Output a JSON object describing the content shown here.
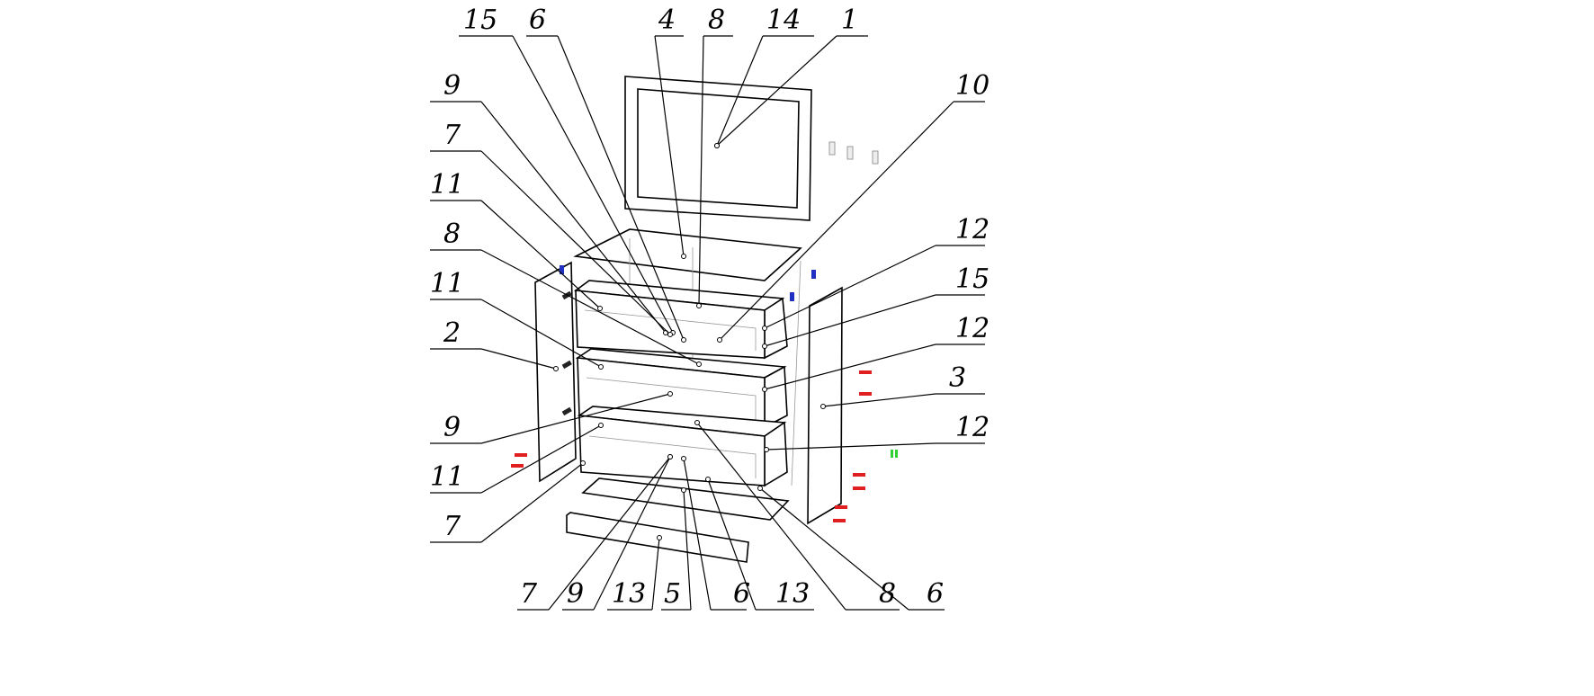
{
  "title": "Exploded assembly diagram of a chest of drawers with mirror",
  "callouts": {
    "top": [
      "15",
      "6",
      "4",
      "8",
      "14",
      "1",
      "10"
    ],
    "left": [
      "9",
      "7",
      "11",
      "8",
      "11",
      "2",
      "9",
      "11",
      "7"
    ],
    "right": [
      "12",
      "15",
      "12",
      "3",
      "12"
    ],
    "bottom": [
      "7",
      "9",
      "13",
      "5",
      "6",
      "13",
      "8",
      "6"
    ]
  },
  "colors": {
    "outline": "#000000",
    "hardware_red": "#e02020",
    "hardware_blue": "#2030c0",
    "hardware_green": "#30d030"
  }
}
